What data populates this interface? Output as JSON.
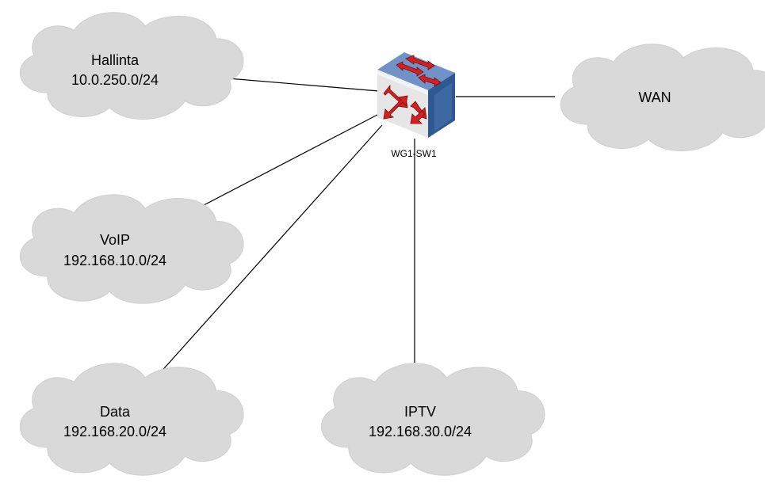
{
  "diagram": {
    "colors": {
      "cloud": "#d9d9d9",
      "line": "#000000",
      "switch_front": "#e8e8e8",
      "switch_top": "#5b7fb8",
      "switch_side": "#2f5a93",
      "arrow": "#d42020"
    },
    "switch": {
      "label": "WG1-SW1",
      "icon": "network-switch-icon"
    },
    "clouds": [
      {
        "id": "hallinta",
        "name": "Hallinta",
        "subnet": "10.0.250.0/24"
      },
      {
        "id": "voip",
        "name": "VoIP",
        "subnet": "192.168.10.0/24"
      },
      {
        "id": "data",
        "name": "Data",
        "subnet": "192.168.20.0/24"
      },
      {
        "id": "iptv",
        "name": "IPTV",
        "subnet": "192.168.30.0/24"
      },
      {
        "id": "wan",
        "name": "WAN",
        "subnet": ""
      }
    ]
  }
}
